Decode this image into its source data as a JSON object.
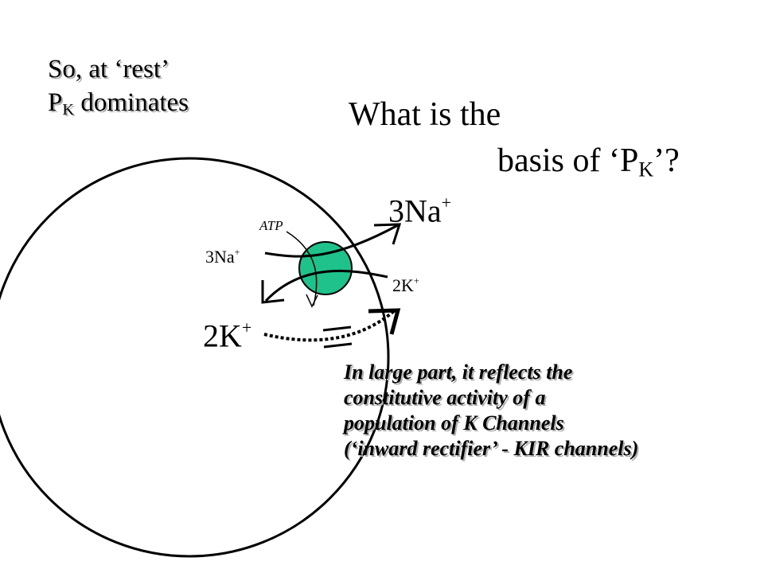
{
  "rest_note": {
    "line1": "So, at ‘rest’",
    "line2_main": "P",
    "line2_sub": "K",
    "line2_rest": " dominates"
  },
  "question": {
    "line1": "What is the",
    "line2_prefix": "basis of ‘P",
    "line2_sub": "K",
    "line2_suffix": "’?"
  },
  "labels": {
    "na_out": {
      "base": "3Na",
      "sup": "+"
    },
    "na_in": {
      "base": "3Na",
      "sup": "+"
    },
    "atp": "ATP",
    "k_small": {
      "base": "2K",
      "sup": "+"
    },
    "k_large": {
      "base": "2K",
      "sup": "+"
    }
  },
  "caption": {
    "lines": [
      "In large part, it reflects the",
      "constitutive activity of a",
      "population of K Channels",
      "(‘inward rectifier’ - KIR channels)"
    ]
  },
  "colors": {
    "pump_fill": "#1fc28a",
    "stroke": "#000000"
  }
}
